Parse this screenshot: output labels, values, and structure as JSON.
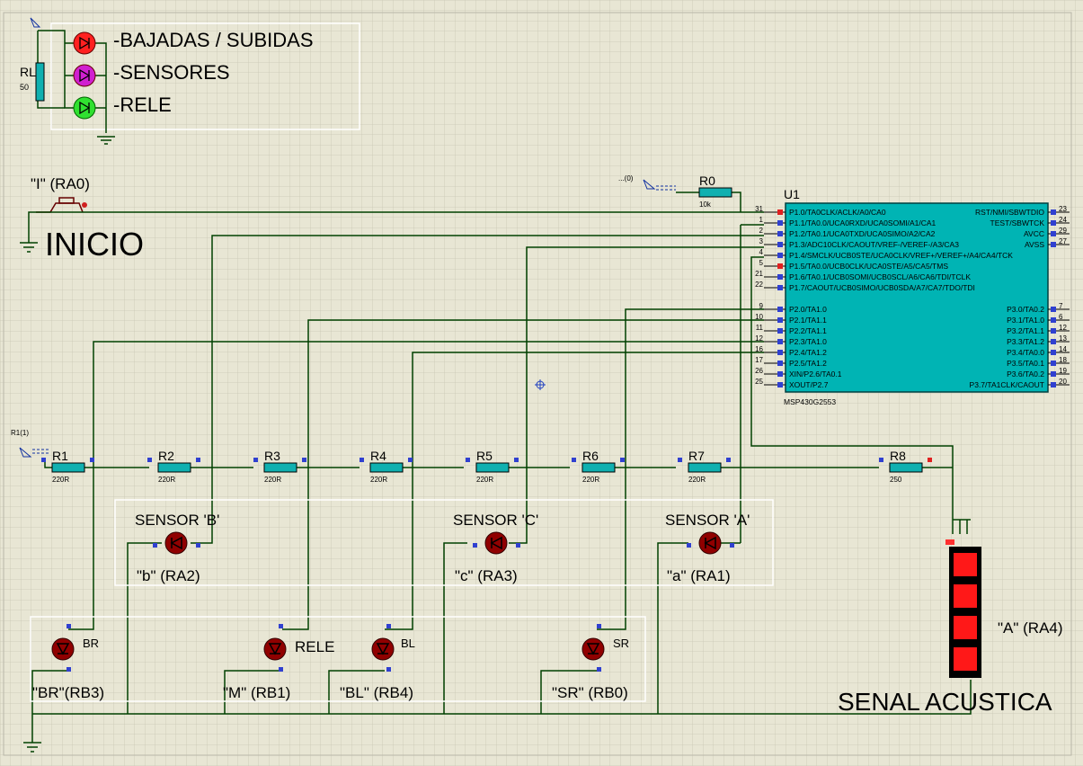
{
  "legend": {
    "items": [
      {
        "label": "-BAJADAS / SUBIDAS",
        "color": "#ff2020"
      },
      {
        "label": "-SENSORES",
        "color": "#d020d0"
      },
      {
        "label": "-RELE",
        "color": "#30e030"
      }
    ],
    "resistor_name": "RL",
    "resistor_value": "50"
  },
  "start": {
    "button_label": "\"I\" (RA0)",
    "title": "INICIO"
  },
  "terminals": {
    "top_label": "...(0)",
    "left_label": "R1(1)"
  },
  "r0": {
    "name": "R0",
    "value": "10k"
  },
  "chip": {
    "ref": "U1",
    "part": "MSP430G2553",
    "left_pins": [
      {
        "num": "31",
        "name": "P1.0/TA0CLK/ACLK/A0/CA0"
      },
      {
        "num": "1",
        "name": "P1.1/TA0.0/UCA0RXD/UCA0SOMI/A1/CA1"
      },
      {
        "num": "2",
        "name": "P1.2/TA0.1/UCA0TXD/UCA0SIMO/A2/CA2"
      },
      {
        "num": "3",
        "name": "P1.3/ADC10CLK/CAOUT/VREF-/VEREF-/A3/CA3"
      },
      {
        "num": "4",
        "name": "P1.4/SMCLK/UCB0STE/UCA0CLK/VREF+/VEREF+/A4/CA4/TCK"
      },
      {
        "num": "5",
        "name": "P1.5/TA0.0/UCB0CLK/UCA0STE/A5/CA5/TMS"
      },
      {
        "num": "21",
        "name": "P1.6/TA0.1/UCB0SOMI/UCB0SCL/A6/CA6/TDI/TCLK"
      },
      {
        "num": "22",
        "name": "P1.7/CAOUT/UCB0SIMO/UCB0SDA/A7/CA7/TDO/TDI"
      },
      {
        "num": "9",
        "name": "P2.0/TA1.0"
      },
      {
        "num": "10",
        "name": "P2.1/TA1.1"
      },
      {
        "num": "11",
        "name": "P2.2/TA1.1"
      },
      {
        "num": "12",
        "name": "P2.3/TA1.0"
      },
      {
        "num": "16",
        "name": "P2.4/TA1.2"
      },
      {
        "num": "17",
        "name": "P2.5/TA1.2"
      },
      {
        "num": "26",
        "name": "XIN/P2.6/TA0.1"
      },
      {
        "num": "25",
        "name": "XOUT/P2.7"
      }
    ],
    "right_pins": [
      {
        "num": "23",
        "name": "RST/NMI/SBWTDIO"
      },
      {
        "num": "24",
        "name": "TEST/SBWTCK"
      },
      {
        "num": "29",
        "name": "AVCC"
      },
      {
        "num": "27",
        "name": "AVSS"
      },
      {
        "num": "7",
        "name": "P3.0/TA0.2"
      },
      {
        "num": "6",
        "name": "P3.1/TA1.0"
      },
      {
        "num": "12",
        "name": "P3.2/TA1.1"
      },
      {
        "num": "13",
        "name": "P3.3/TA1.2"
      },
      {
        "num": "14",
        "name": "P3.4/TA0.0"
      },
      {
        "num": "18",
        "name": "P3.5/TA0.1"
      },
      {
        "num": "19",
        "name": "P3.6/TA0.2"
      },
      {
        "num": "20",
        "name": "P3.7/TA1CLK/CAOUT"
      }
    ]
  },
  "resistors": [
    {
      "name": "R1",
      "value": "220R"
    },
    {
      "name": "R2",
      "value": "220R"
    },
    {
      "name": "R3",
      "value": "220R"
    },
    {
      "name": "R4",
      "value": "220R"
    },
    {
      "name": "R5",
      "value": "220R"
    },
    {
      "name": "R6",
      "value": "220R"
    },
    {
      "name": "R7",
      "value": "220R"
    },
    {
      "name": "R8",
      "value": "250"
    }
  ],
  "sensors": [
    {
      "title": "SENSOR 'B'",
      "label": "\"b\" (RA2)"
    },
    {
      "title": "SENSOR 'C'",
      "label": "\"c\" (RA3)"
    },
    {
      "title": "SENSOR 'A'",
      "label": "\"a\" (RA1)"
    }
  ],
  "outputs": [
    {
      "tag": "BR",
      "label": "\"BR\"(RB3)"
    },
    {
      "tag": "RELE",
      "label": "\"M\" (RB1)"
    },
    {
      "tag": "BL",
      "label": "\"BL\" (RB4)"
    },
    {
      "tag": "SR",
      "label": "\"SR\" (RB0)"
    }
  ],
  "bargraph": {
    "label": "\"A\" (RA4)"
  },
  "alarm_title": "SENAL  ACUSTICA"
}
